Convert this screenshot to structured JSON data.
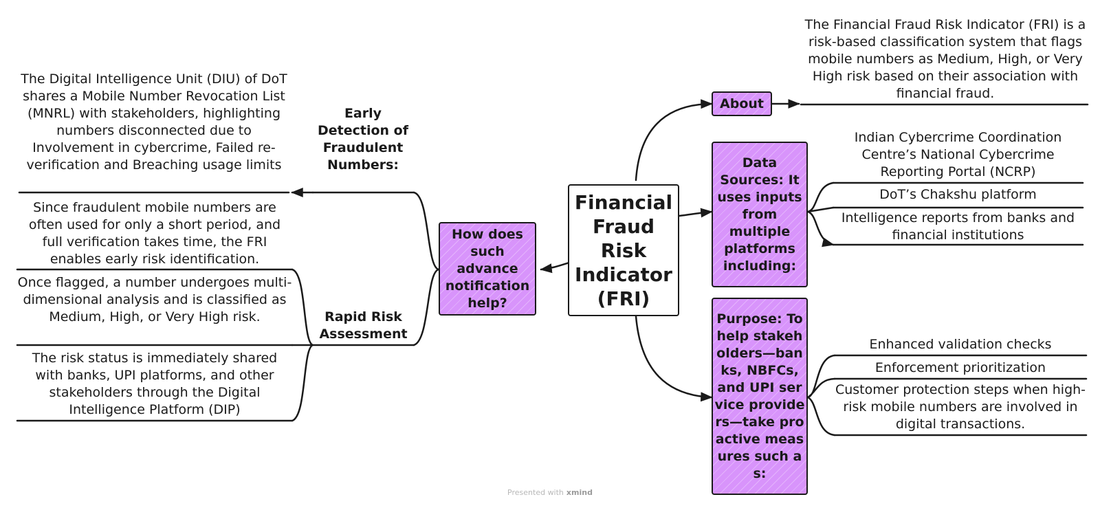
{
  "central_topic": "Financial Fraud Risk Indicator (FRI)",
  "right_branches": {
    "about": {
      "label": "About",
      "detail": "The Financial Fraud Risk Indicator (FRI) is a risk-based classification system that flags mobile numbers as Medium, High, or Very High risk based on their association with financial fraud."
    },
    "data_sources": {
      "label": "Data Sources: It uses inputs from multiple platforms including:",
      "items": [
        "Indian Cybercrime Coordination Centre’s National Cybercrime Reporting Portal (NCRP)",
        "DoT’s Chakshu platform",
        "Intelligence reports from banks and financial institutions"
      ]
    },
    "purpose": {
      "label": "Purpose: To help stakeholders—banks, NBFCs, and UPI service providers—take proactive measures such as:",
      "items": [
        "Enhanced validation checks",
        "Enforcement prioritization",
        "Customer protection steps when high-risk mobile numbers are involved in digital transactions."
      ]
    }
  },
  "left_branch": {
    "label": "How does such advance notification help?",
    "early_detection": {
      "label": "Early Detection of Fraudulent Numbers:",
      "detail": "The Digital Intelligence Unit (DIU) of DoT shares a Mobile Number Revocation List (MNRL) with stakeholders, highlighting numbers disconnected due to Involvement in cybercrime, Failed re-verification and Breaching usage limits"
    },
    "rapid_risk": {
      "label": "Rapid Risk Assessment",
      "items": [
        "Since fraudulent mobile numbers are often used for only a short period, and full verification takes time, the FRI enables early risk identification.",
        "Once flagged, a number undergoes multi-dimensional analysis and is classified as Medium, High, or Very High risk.",
        "The risk status is immediately shared with banks, UPI platforms, and other stakeholders through the Digital Intelligence Platform (DIP)"
      ]
    }
  },
  "footer": {
    "prefix": "Presented with",
    "brand": "xmind"
  },
  "colors": {
    "topic_fill": "#d894fb",
    "line": "#1a1a1a",
    "background": "#ffffff"
  }
}
